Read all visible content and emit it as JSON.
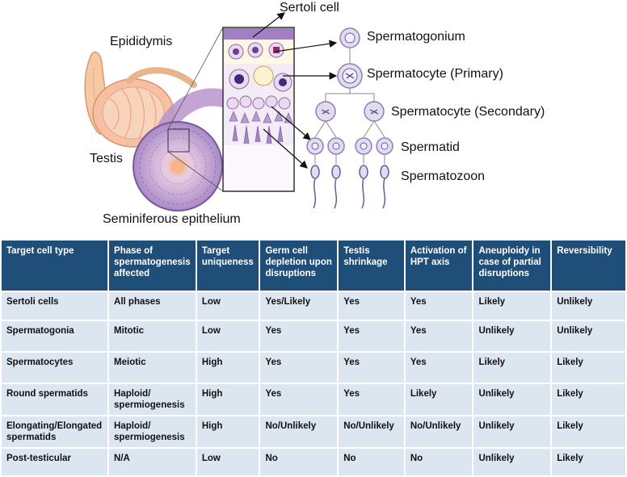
{
  "diagram": {
    "labels": {
      "sertoli": "Sertoli cell",
      "epididymis": "Epididymis",
      "testis": "Testis",
      "seminiferous": "Seminiferous epithelium",
      "spermatogonium": "Spermatogonium",
      "spermatocyte_primary": "Spermatocyte (Primary)",
      "spermatocyte_secondary": "Spermatocyte (Secondary)",
      "spermatid": "Spermatid",
      "spermatozoon": "Spermatozoon"
    }
  },
  "table": {
    "headers": [
      "Target cell type",
      "Phase of spermatogenesis affected",
      "Target uniqueness",
      "Germ cell depletion upon disruptions",
      "Testis shrinkage",
      "Activation of HPT axis",
      "Aneuploidy in case of partial disruptions",
      "Reversibility"
    ],
    "rows": [
      [
        "Sertoli cells",
        "All phases",
        "Low",
        "Yes/Likely",
        "Yes",
        "Yes",
        "Likely",
        "Unlikely"
      ],
      [
        "Spermatogonia",
        "Mitotic",
        "Low",
        "Yes",
        "Yes",
        "Yes",
        "Unlikely",
        "Unlikely"
      ],
      [
        "Spermatocytes",
        "Meiotic",
        "High",
        "Yes",
        "Yes",
        "Yes",
        "Likely",
        "Likely"
      ],
      [
        "Round spermatids",
        "Haploid/ spermiogenesis",
        "High",
        "Yes",
        "Yes",
        "Likely",
        "Unlikely",
        "Likely"
      ],
      [
        "Elongating/Elongated spermatids",
        "Haploid/ spermiogenesis",
        "High",
        "No/Unlikely",
        "No/Unlikely",
        "No/Unlikely",
        "Unlikely",
        "Likely"
      ],
      [
        "Post-testicular",
        "N/A",
        "Low",
        "No",
        "No",
        "No",
        "Unlikely",
        "Likely"
      ]
    ]
  }
}
